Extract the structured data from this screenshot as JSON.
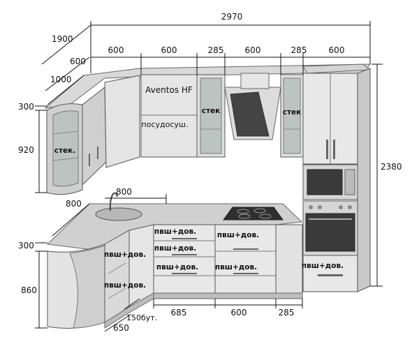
{
  "dimensions": {
    "total_width": "2970",
    "left_depth_total": "1900",
    "wall_widths": [
      "600",
      "600",
      "285",
      "600",
      "285",
      "600"
    ],
    "left_wall_top": "600",
    "left_wall_mid": "1000",
    "wall_depth": "300",
    "wall_height": "920",
    "total_height": "2380",
    "sink_width": "800",
    "base_depth_top": "800",
    "base_corner": "300",
    "base_height": "860",
    "bottom_widths": [
      "685",
      "600",
      "285"
    ],
    "bottom_left": "650",
    "bottom_bottle": "150бут."
  },
  "labels": {
    "aventos": "Aventos HF",
    "dishdryer": "посудосуш.",
    "glass_1": "стек",
    "glass_2": "стек",
    "glass_left": "стек.",
    "drawers": [
      "пвш+дов.",
      "пвш+дов.",
      "пвш+дов.",
      "пвш+дов.",
      "пвш+дов.",
      "пвш+дов.",
      "пвш+дов.",
      "пвш+дов."
    ]
  },
  "colors": {
    "cabinet_front": "#e6e6e6",
    "cabinet_side": "#c9c9c9",
    "cabinet_top": "#d8d8d8",
    "countertop": "#cfcfcf",
    "glass": "#b9c2bf",
    "appliance_dark": "#3a3a3a"
  }
}
